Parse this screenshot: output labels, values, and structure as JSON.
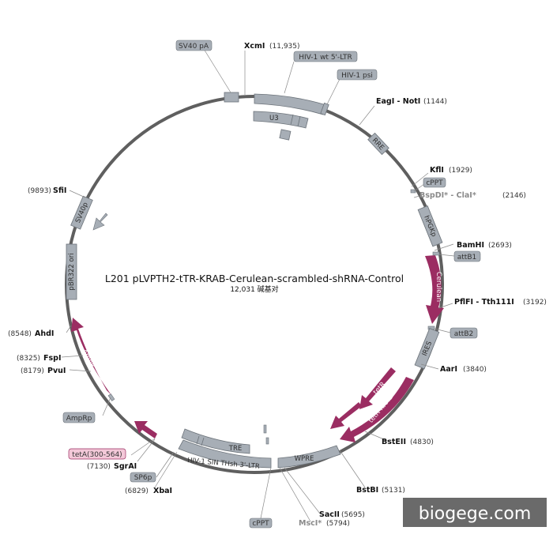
{
  "map": {
    "title": "L201 pLVPTH2-tTR-KRAB-Cerulean-scrambled-shRNA-Control",
    "subtitle": "12,031 碱基对"
  },
  "colors": {
    "backbone": "#5f5f5f",
    "feature": "#a7aeb6",
    "feature_stroke": "#6c737a",
    "cds": "#9b2d62",
    "tag": "#a7aeb6",
    "tag_pink": "#f3c8d8",
    "watermark_bg": "#6a6a6a"
  },
  "sites": [
    {
      "name": "XcmI",
      "pos": "(11,935)"
    },
    {
      "name": "EagI - NotI",
      "pos": "(1144)"
    },
    {
      "name": "KflI",
      "pos": "(1929)"
    },
    {
      "name": "BspDI* - ClaI*",
      "pos": "(2146)"
    },
    {
      "name": "BamHI",
      "pos": "(2693)"
    },
    {
      "name": "PflFI - Tth111I",
      "pos": "(3192)"
    },
    {
      "name": "AarI",
      "pos": "(3840)"
    },
    {
      "name": "BstEII",
      "pos": "(4830)"
    },
    {
      "name": "BstBI",
      "pos": "(5131)"
    },
    {
      "name": "SacII",
      "pos": "(5695)"
    },
    {
      "name": "MscI*",
      "pos": "(5794)"
    },
    {
      "name": "XbaI",
      "pos": "(6829)"
    },
    {
      "name": "SgrAI",
      "pos": "(7130)"
    },
    {
      "name": "PvuI",
      "pos": "(8179)"
    },
    {
      "name": "FspI",
      "pos": "(8325)"
    },
    {
      "name": "AhdI",
      "pos": "(8548)"
    },
    {
      "name": "SfiI",
      "pos": "(9893)"
    }
  ],
  "tags": [
    "SV40 pA",
    "HIV-1 wt 5'-LTR",
    "HIV-1 psi",
    "cPPT",
    "attB1",
    "attB2",
    "AmpRp",
    "tetA(300-564)",
    "SP6p",
    "cPPT"
  ],
  "features": {
    "rre": "RRE",
    "hpgk": "hPGKp",
    "cerulean": "Cerulean",
    "ires": "IRES",
    "tetr_krab": "tetR-KRAB",
    "tetr": "tetR",
    "wpre": "WPRE",
    "ltr3": "HIV-1 SIN THsh 3'-LTR",
    "tre": "TRE",
    "ampr": "AmpR",
    "pbr322": "pBR322 ori",
    "sv40p": "SV40p",
    "u3": "U3"
  },
  "watermark": "biogege.com"
}
